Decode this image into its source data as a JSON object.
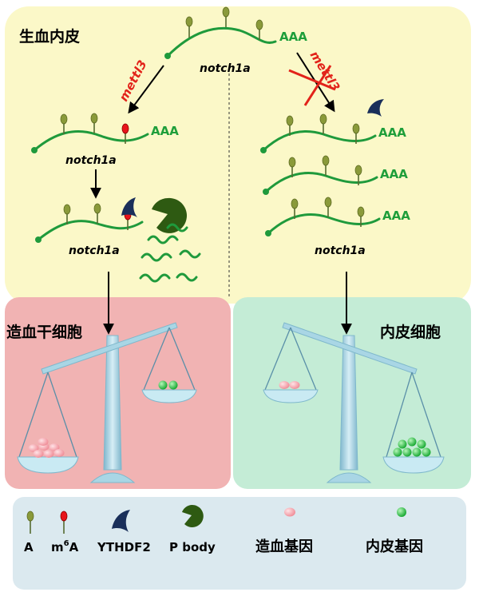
{
  "regions": {
    "top_title": "生血内皮",
    "left_title": "造血干细胞",
    "right_title": "内皮细胞"
  },
  "labels": {
    "gene": "notch1a",
    "polyA": "AAA",
    "enzyme": "mettl3"
  },
  "legend": {
    "a": "A",
    "m6a_base": "m",
    "m6a_sup": "6",
    "m6a_end": "A",
    "ythdf2": "YTHDF2",
    "pbody": "P body",
    "heme_gene": "造血基因",
    "endo_gene": "内皮基因"
  },
  "colors": {
    "top_panel": "#fbf8c8",
    "left_panel": "#f1b3b3",
    "right_panel": "#c4ecd6",
    "legend_panel": "#dbe9ef",
    "rna": "#1f9a3c",
    "m6a": "#e8141b",
    "a_pin": "#8a9a3a",
    "ythdf2": "#1a2f5a",
    "pbody": "#2e5a12",
    "heme_dot": "#f5a0a8",
    "endo_dot": "#2ec44a"
  }
}
